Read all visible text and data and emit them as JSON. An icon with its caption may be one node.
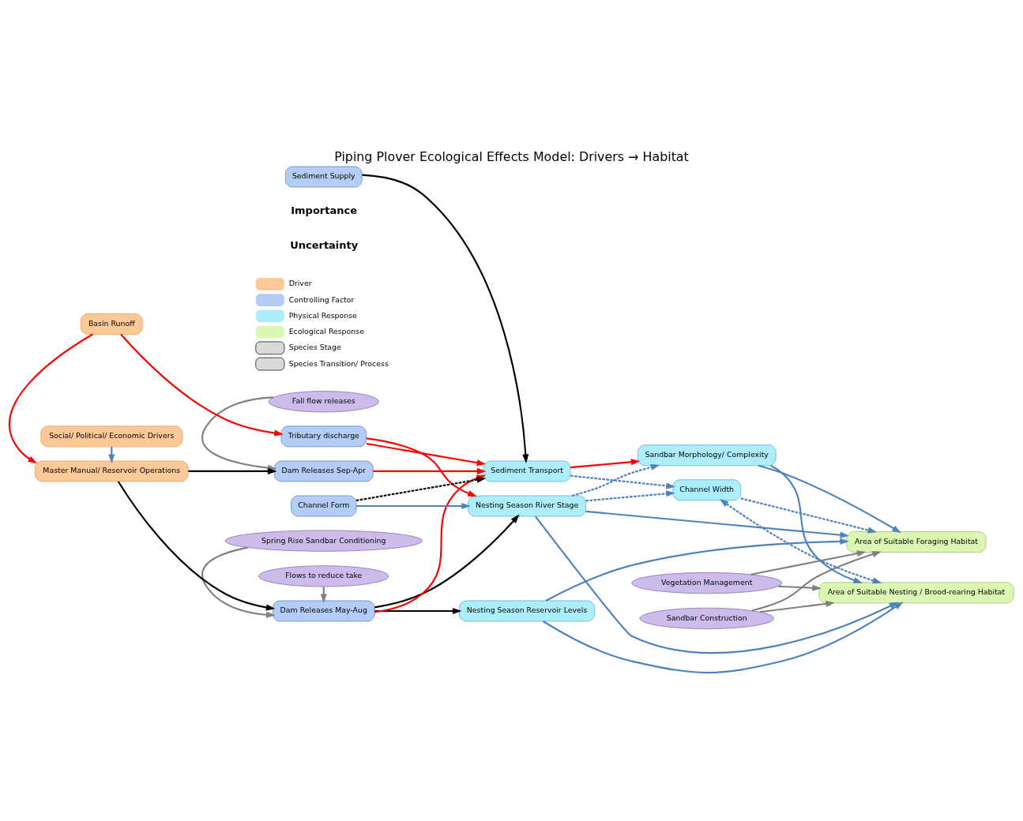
{
  "diagram": {
    "title": "Piping Plover Ecological Effects Model: Drivers → Habitat",
    "nodes": [
      {
        "text": [
          "Spring Rise Sandbar Conditioning"
        ]
      },
      {
        "text": [
          "Flows to reduce take"
        ]
      },
      {
        "text": [
          "Fall flow releases"
        ]
      },
      {
        "text": [
          "Vegetation Management"
        ]
      },
      {
        "text": [
          "Sandbar Construction"
        ]
      },
      {
        "text": [
          "Social/ Political/ Economic Drivers"
        ]
      },
      {
        "text": [
          "Dam Releases May-Aug"
        ]
      },
      {
        "text": [
          "Nesting Season Reservoir Levels"
        ]
      },
      {
        "text": [
          "Area of Suitable Nesting / Brood-rearing Habitat"
        ]
      },
      {
        "text": [
          "Master Manual/ Reservoir Operations"
        ]
      },
      {
        "text": [
          "Dam Releases Sep-Apr"
        ]
      },
      {
        "text": [
          "Nesting Season River Stage"
        ]
      },
      {
        "text": [
          "Tributary discharge"
        ]
      },
      {
        "text": [
          "Sediment Transport"
        ]
      },
      {
        "text": [
          "Channel Form"
        ]
      },
      {
        "text": [
          "Channel Width"
        ]
      },
      {
        "text": [
          "Area of Suitable Foraging Habitat"
        ]
      },
      {
        "text": [
          "Basin Runoff"
        ]
      },
      {
        "text": [
          "Sediment Supply"
        ]
      },
      {
        "text": [
          "Sandbar Morphology/ Complexity"
        ]
      }
    ],
    "edges": [
      {
        "from": 0,
        "to": 6,
        "arrow": "to",
        "color": "#808080"
      },
      {
        "from": 1,
        "to": 6,
        "arrow": "to",
        "color": "#808080"
      },
      {
        "from": 2,
        "to": 10,
        "arrow": "to",
        "color": "#808080"
      },
      {
        "from": 5,
        "to": 9,
        "arrow": "to"
      },
      {
        "from": 17,
        "to": 9,
        "arrow": "to",
        "color": "#ff0000"
      },
      {
        "from": 9,
        "to": 6,
        "arrow": "to",
        "color": "#000000"
      },
      {
        "from": 9,
        "to": 10,
        "arrow": "to",
        "color": "#000000"
      },
      {
        "from": 6,
        "to": 7,
        "arrow": "to",
        "color": "#000000"
      },
      {
        "from": 6,
        "to": 11,
        "arrow": "to",
        "color": "#000000"
      },
      {
        "from": 6,
        "to": 13,
        "arrow": "to",
        "color": "#ff0000"
      },
      {
        "from": 10,
        "to": 13,
        "arrow": "to",
        "color": "#ff0000"
      },
      {
        "from": 12,
        "to": 11,
        "arrow": "to",
        "color": "#ff0000"
      },
      {
        "from": 12,
        "to": 13,
        "arrow": "to",
        "color": "#ff0000"
      },
      {
        "from": 17,
        "to": 12,
        "arrow": "to",
        "color": "#ff0000"
      },
      {
        "from": 14,
        "to": 11,
        "arrow": "to"
      },
      {
        "from": 14,
        "to": 13,
        "arrow": "to",
        "style": "dashed",
        "color": "#000000"
      },
      {
        "from": 18,
        "to": 13,
        "arrow": "to",
        "color": "#000000"
      },
      {
        "from": 7,
        "to": 8,
        "arrow": "to"
      },
      {
        "from": 7,
        "to": 16,
        "arrow": "to"
      },
      {
        "from": 11,
        "to": 8,
        "arrow": "to"
      },
      {
        "from": 11,
        "to": 16,
        "arrow": "to"
      },
      {
        "from": 11,
        "to": 15,
        "arrow": "to",
        "style": "dashed"
      },
      {
        "from": 11,
        "to": 19,
        "arrow": "to",
        "style": "dashed"
      },
      {
        "from": 13,
        "to": 15,
        "arrow": "to",
        "style": "dashed"
      },
      {
        "from": 13,
        "to": 19,
        "arrow": "to",
        "color": "#ff0000"
      },
      {
        "from": 15,
        "to": 8,
        "arrow": "both",
        "style": "dashed"
      },
      {
        "from": 15,
        "to": 16,
        "arrow": "to",
        "style": "dashed"
      },
      {
        "from": 19,
        "to": 8,
        "arrow": "to"
      },
      {
        "from": 19,
        "to": 16,
        "arrow": "to"
      },
      {
        "from": 3,
        "to": 8,
        "arrow": "to",
        "color": "#808080"
      },
      {
        "from": 3,
        "to": 16,
        "arrow": "to",
        "color": "#808080"
      },
      {
        "from": 4,
        "to": 8,
        "arrow": "to",
        "color": "#808080"
      },
      {
        "from": 4,
        "to": 16,
        "arrow": "to",
        "color": "#808080"
      }
    ],
    "labels": [
      "Importance",
      "Uncertainty"
    ],
    "legend": [
      {
        "text": "Driver",
        "color": "#fbc898"
      },
      {
        "text": "Controlling Factor",
        "color": "#b4cdf7"
      },
      {
        "text": "Physical Response",
        "color": "#aeeefa"
      },
      {
        "text": "Ecological Response",
        "color": "#dcf7b4"
      },
      {
        "text": "Species Stage"
      },
      {
        "text": "Species Transition/ Process"
      }
    ]
  }
}
